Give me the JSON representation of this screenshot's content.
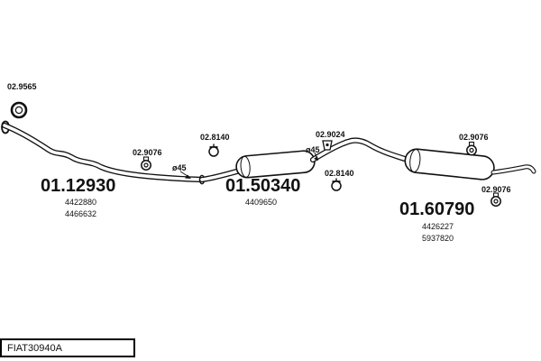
{
  "diagram": {
    "gasket": "02.9565",
    "hanger_front": "02.9076",
    "clamp_front": "02.8140",
    "dia_front": "ø45",
    "front_section": {
      "part": "01.12930",
      "ref1": "4422880",
      "ref2": "4466632"
    },
    "mid_section": {
      "part": "01.50340",
      "ref1": "4409650"
    },
    "dia_mid": "ø45",
    "bracket_mid": "02.9024",
    "clamp_mid": "02.8140",
    "hanger_rear": "02.9076",
    "hanger_tail": "02.9076",
    "rear_section": {
      "part": "01.60790",
      "ref1": "4426227",
      "ref2": "5937820"
    }
  },
  "footer": {
    "code": "FIAT30940A"
  }
}
